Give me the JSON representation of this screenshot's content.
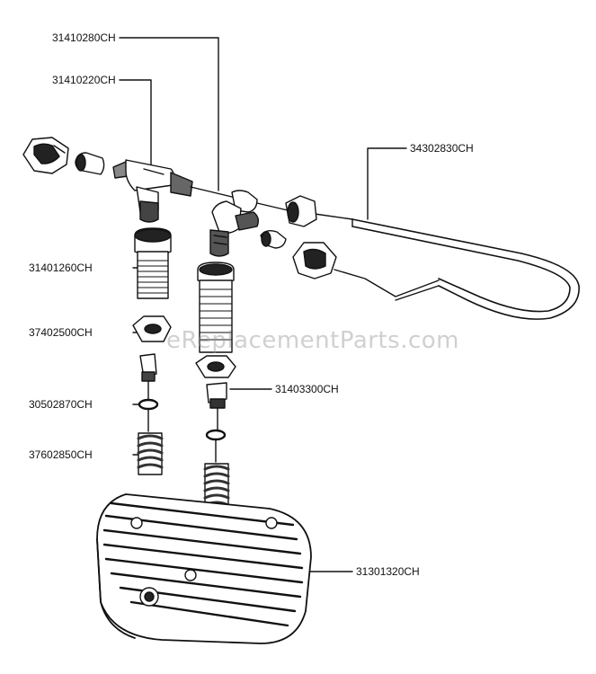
{
  "watermark": "eReplacementParts.com",
  "parts": {
    "p31410280": "31410280CH",
    "p31410220": "31410220CH",
    "p34302830": "34302830CH",
    "p31401260": "31401260CH",
    "p37402500": "37402500CH",
    "p31403300": "31403300CH",
    "p30502870": "30502870CH",
    "p37602850": "37602850CH",
    "p31301320": "31301320CH"
  },
  "colors": {
    "ink": "#111111",
    "watermark": "#969696"
  }
}
